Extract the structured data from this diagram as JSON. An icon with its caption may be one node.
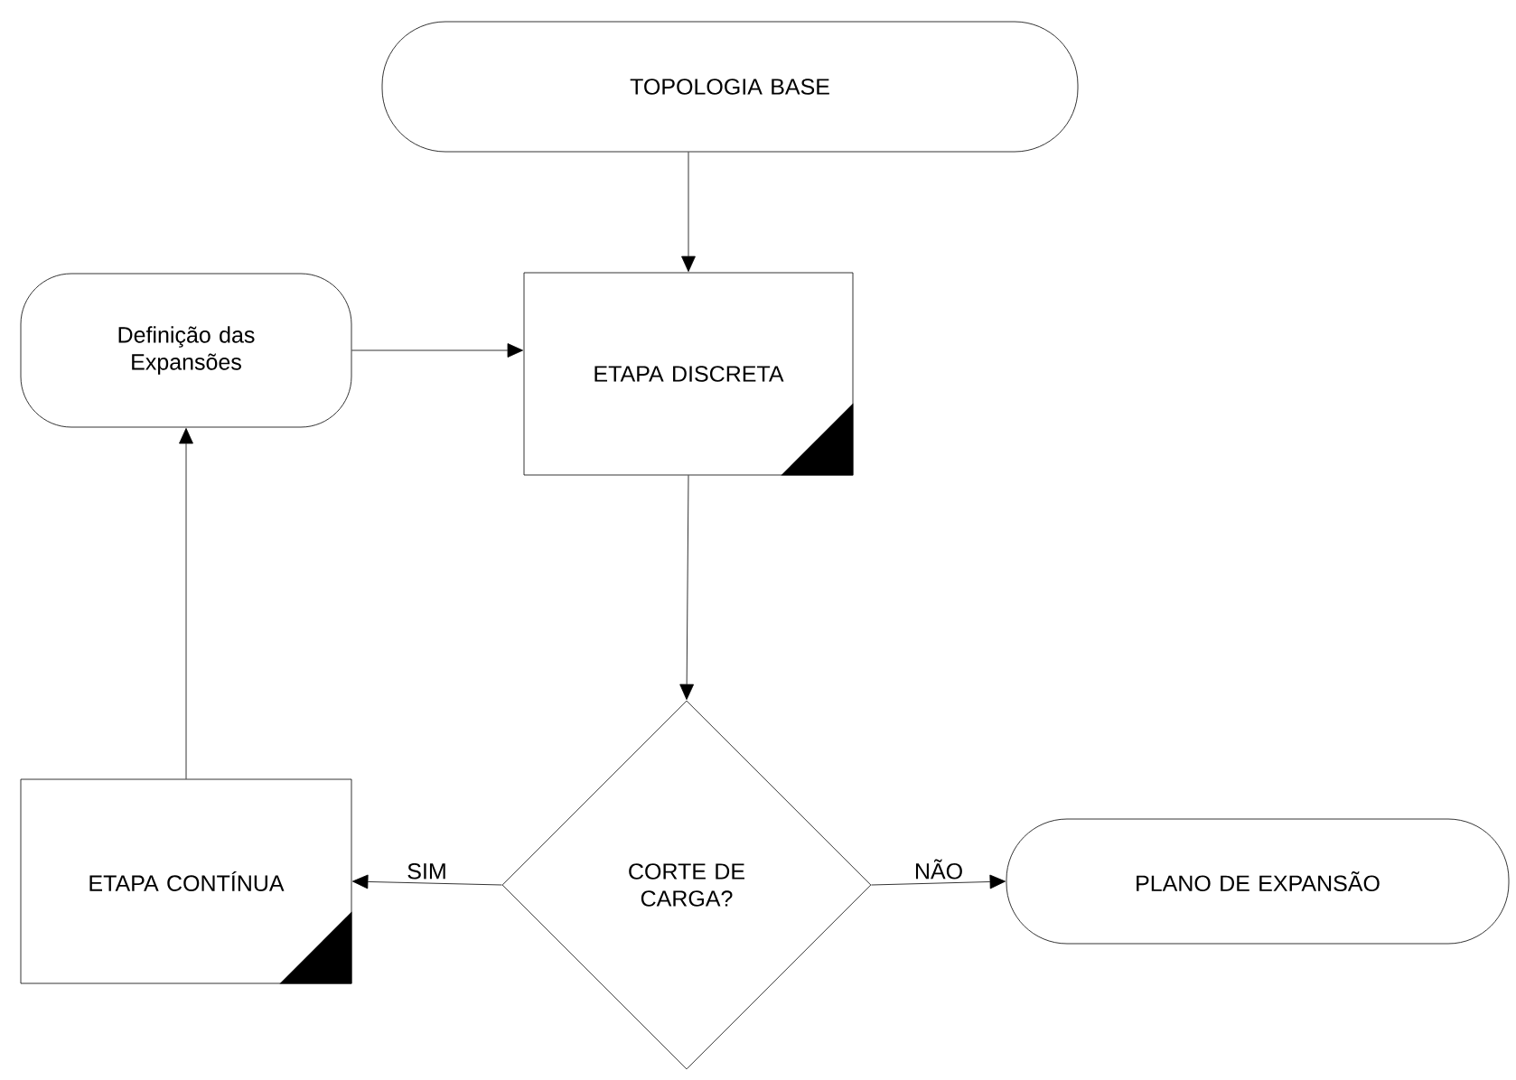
{
  "diagram": {
    "nodes": [
      {
        "text": [
          "TOPOLOGIA BASE"
        ]
      },
      {
        "text": [
          "Definição das Expansões"
        ]
      },
      {
        "text": [
          "ETAPA DISCRETA"
        ]
      },
      {
        "text": [
          "CORTE DE CARGA?"
        ]
      },
      {
        "text": [
          "ETAPA CONTÍNUA"
        ]
      },
      {
        "text": [
          "PLANO DE EXPANSÃO"
        ]
      }
    ],
    "edges": [
      {
        "from": 0,
        "to": 2,
        "arrow": "to"
      },
      {
        "from": 1,
        "to": 2,
        "arrow": "to"
      },
      {
        "from": 2,
        "to": 3,
        "arrow": "to"
      },
      {
        "from": 3,
        "to": 4,
        "arrow": "to",
        "label": "SIM"
      },
      {
        "from": 3,
        "to": 5,
        "arrow": "to",
        "label": "NÃO"
      },
      {
        "from": 4,
        "to": 1,
        "arrow": "to"
      }
    ]
  }
}
